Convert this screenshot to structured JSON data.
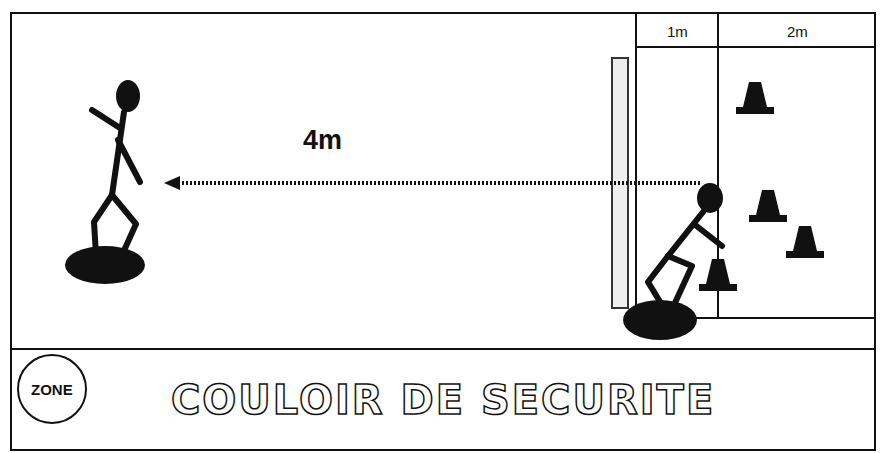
{
  "diagram": {
    "nodes": [
      {
        "text": [
          "COULOIR DE SECURITE"
        ]
      },
      {
        "text": [
          "ZONE"
        ],
        "in": 0
      }
    ],
    "labels": [
      "1m",
      "2m",
      "4m"
    ]
  }
}
